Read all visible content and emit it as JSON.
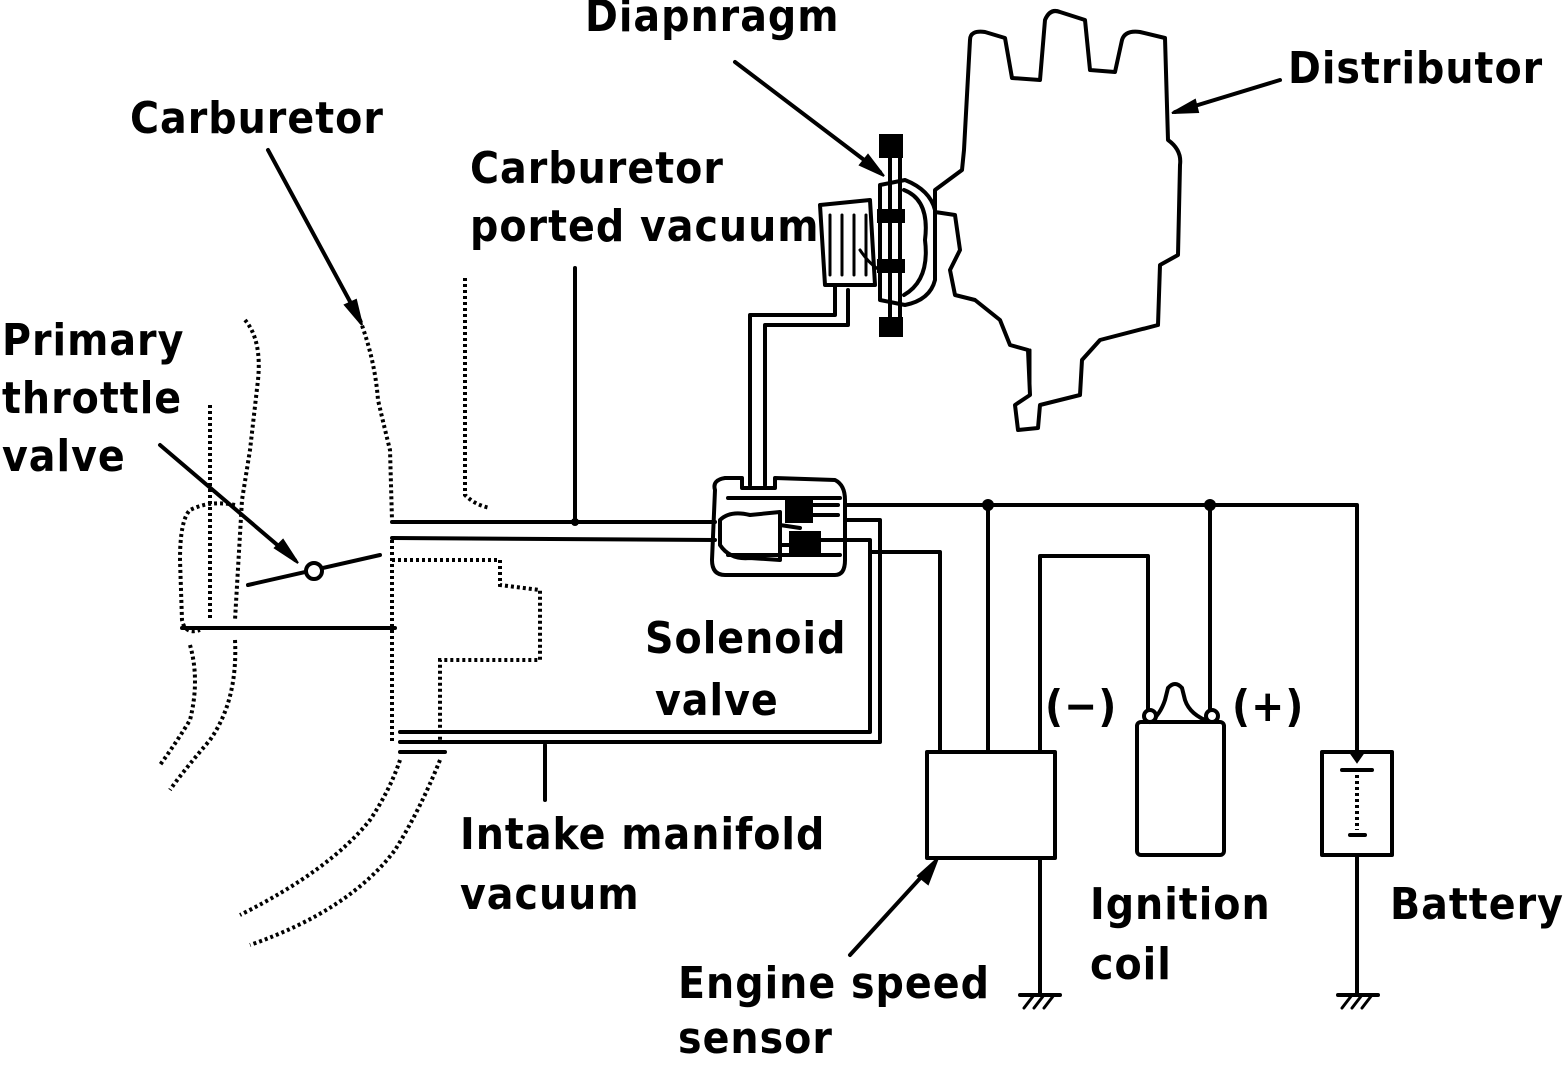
{
  "labels": {
    "diaphragm": "Diapnragm",
    "distributor": "Distributor",
    "carburetor": "Carburetor",
    "carb_ported_1": "Carburetor",
    "carb_ported_2": "ported vacuum",
    "primary_1": "Primary",
    "primary_2": "throttle",
    "primary_3": "valve",
    "solenoid_1": "Solenoid",
    "solenoid_2": "valve",
    "coil_minus": "(−)",
    "coil_plus": "(+)",
    "intake_1": "Intake manifold",
    "intake_2": "vacuum",
    "ignition_1": "Ignition",
    "ignition_2": "coil",
    "battery": "Battery",
    "engine_speed_1": "Engine speed",
    "engine_speed_2": "sensor"
  }
}
